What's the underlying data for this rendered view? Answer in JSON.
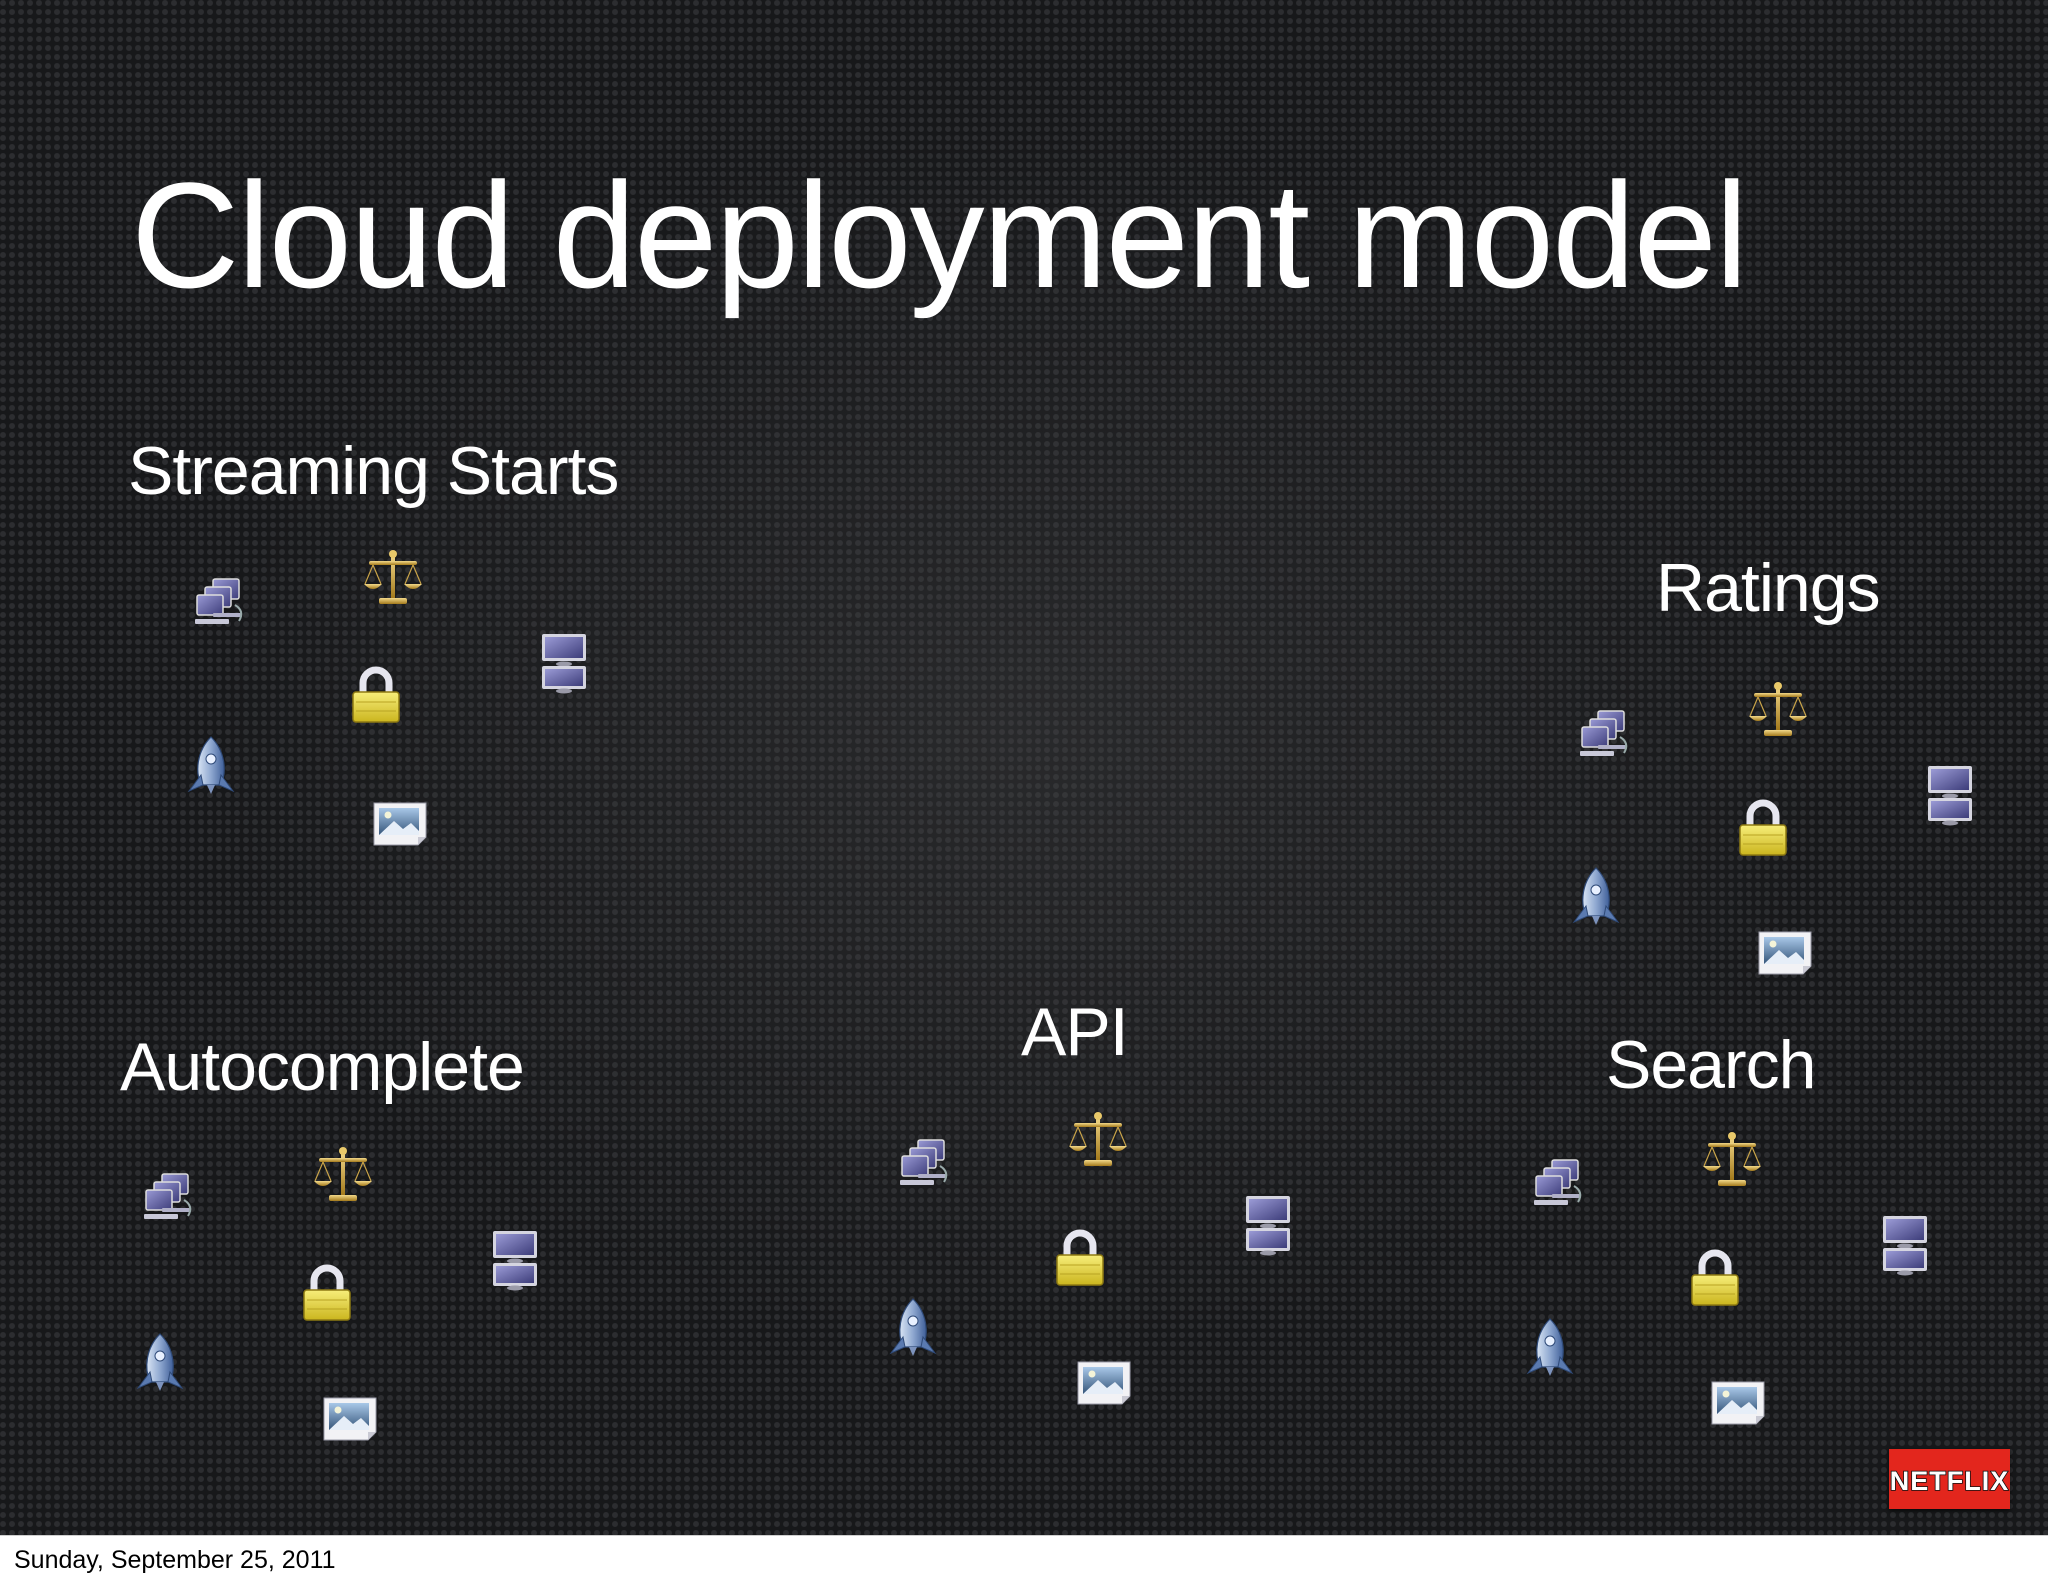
{
  "slide": {
    "title": "Cloud deployment model",
    "groups": [
      {
        "label": "Streaming Starts",
        "icons": [
          "network-computers-icon",
          "balance-scale-icon",
          "lock-icon",
          "stacked-monitors-icon",
          "rocket-icon",
          "image-file-icon"
        ]
      },
      {
        "label": "Ratings",
        "icons": [
          "network-computers-icon",
          "balance-scale-icon",
          "lock-icon",
          "stacked-monitors-icon",
          "rocket-icon",
          "image-file-icon"
        ]
      },
      {
        "label": "Autocomplete",
        "icons": [
          "network-computers-icon",
          "balance-scale-icon",
          "lock-icon",
          "stacked-monitors-icon",
          "rocket-icon",
          "image-file-icon"
        ]
      },
      {
        "label": "API",
        "icons": [
          "network-computers-icon",
          "balance-scale-icon",
          "lock-icon",
          "stacked-monitors-icon",
          "rocket-icon",
          "image-file-icon"
        ]
      },
      {
        "label": "Search",
        "icons": [
          "network-computers-icon",
          "balance-scale-icon",
          "lock-icon",
          "stacked-monitors-icon",
          "rocket-icon",
          "image-file-icon"
        ]
      }
    ],
    "logo": "NETFLIX",
    "colors": {
      "background": "#17181a",
      "text": "#ffffff",
      "logo": "#e3261d",
      "lock": "#e2d23c",
      "monitor": "#6a6aa8"
    }
  },
  "footer": {
    "date": "Sunday, September 25, 2011"
  }
}
